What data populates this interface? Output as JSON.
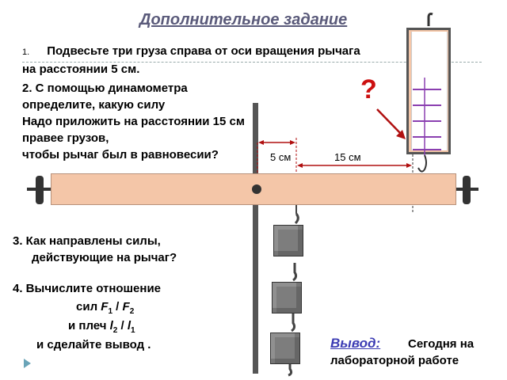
{
  "title": "Дополнительное задание",
  "task1": {
    "number": "1.",
    "line1": "Подвесьте три груза справа от оси вращения рычага",
    "line2": "на расстоянии 5 см."
  },
  "task2": {
    "line1": "2. С помощью динамометра",
    "line2": "определите, какую силу",
    "line3": "Надо приложить на расстоянии 15 см",
    "line4": "правее грузов,",
    "line5": "чтобы рычаг был в равновесии?"
  },
  "question_mark": "?",
  "dimensions": {
    "d1": "5 см",
    "d2": "15 см"
  },
  "task3": {
    "line1": "3. Как направлены силы,",
    "line2": "действующие  на рычаг?"
  },
  "task4": {
    "line1": "4. Вычислите отношение",
    "line2_prefix": "сил ",
    "f1": "F",
    "f1_sub": "1",
    "slash": " / ",
    "f2": "F",
    "f2_sub": "2",
    "line3_prefix": "и плеч  ",
    "l2": "l",
    "l2_sub": "2",
    "l1": "l",
    "l1_sub": "1",
    "line4": "и сделайте вывод ."
  },
  "conclusion": {
    "label": "Вывод:",
    "text1": "Сегодня на",
    "text2": "лабораторной работе"
  },
  "colors": {
    "lever": "#f4c6a8",
    "question": "#cc1010",
    "conclusion": "#3c3cb4",
    "title": "#5a5a7a",
    "dimension_arrow": "#b01010"
  }
}
